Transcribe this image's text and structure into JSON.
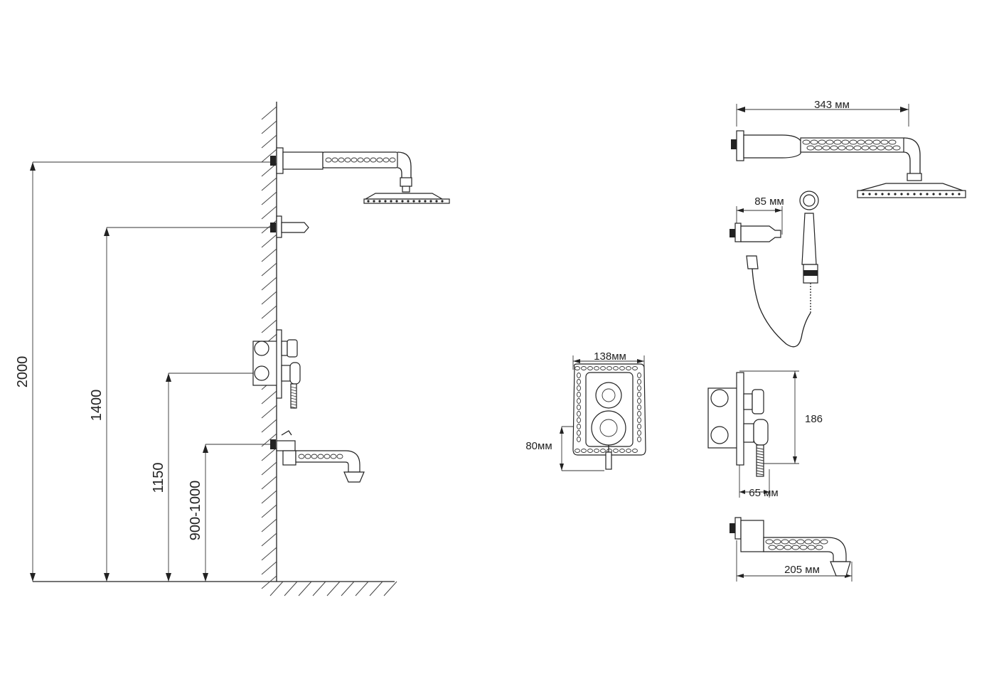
{
  "installation_heights": {
    "shower_head": "2000",
    "hand_shower_holder": "1400",
    "mixer": "1150",
    "spout": "900-1000"
  },
  "dimensions": {
    "shower_arm_length": "343 мм",
    "wall_outlet_length": "85 мм",
    "plate_width": "138мм",
    "handle_spacing": "80мм",
    "mixer_height": "186",
    "mixer_depth": "65 мм",
    "spout_length": "205 мм"
  },
  "colors": {
    "line": "#222222",
    "background": "#ffffff"
  }
}
